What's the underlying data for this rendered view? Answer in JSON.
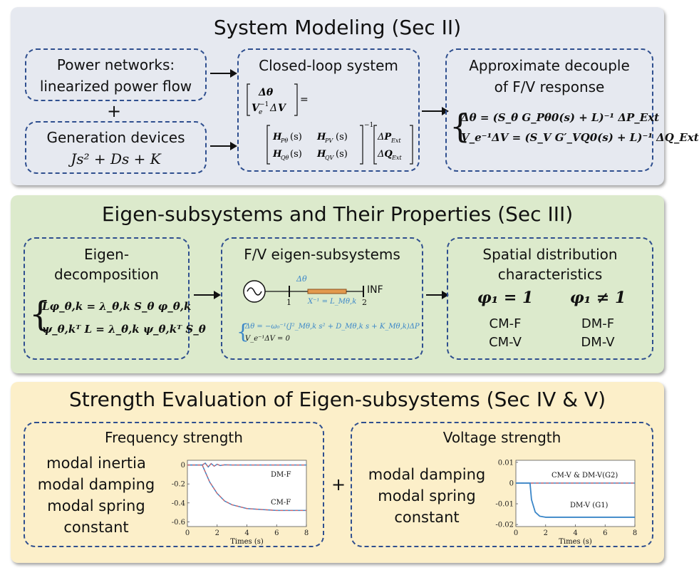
{
  "sections": {
    "s1": {
      "title": "System Modeling (Sec II)",
      "power_networks": [
        "Power networks:",
        "linearized power flow"
      ],
      "plus": "+",
      "generation_title": "Generation devices",
      "generation_formula": "Js² + Ds + K",
      "closed_loop_title": "Closed-loop system",
      "approx_title": [
        "Approximate decouple",
        "of F/V response"
      ],
      "eq1": "Δθ = (S_θ G_Pθ0(s) + L)⁻¹ ΔP_Ext",
      "eq2": "V_e⁻¹ΔV = (S_V G′_VQ0(s) + L)⁻¹ ΔQ_Ext"
    },
    "s2": {
      "title": "Eigen-subsystems and Their Properties (Sec III)",
      "eigen_title": [
        "Eigen-",
        "decomposition"
      ],
      "eigen_eq1": "Lφ_θ,k = λ_θ,k S_θ φ_θ,k",
      "eigen_eq2": "ψ_θ,kᵀ L = λ_θ,k ψ_θ,kᵀ S_θ",
      "fv_title": "F/V eigen-subsystems",
      "fv_delta": "Δθ",
      "fv_node1": "1",
      "fv_node2": "2",
      "fv_x": "X⁻¹ = L_Mθ,k",
      "fv_inf": "INF",
      "fv_eq1": "Δθ = −ω₀⁻¹(J²_Mθ,k s² + D_Mθ,k s + K_Mθ,k)ΔP",
      "fv_eq2": "V_e⁻¹ΔV = 0",
      "spatial_title": [
        "Spatial distribution",
        "characteristics"
      ],
      "phi_eq": "φ₁ = 1",
      "phi_neq": "φ₁ ≠ 1",
      "cm_f": "CM-F",
      "cm_v": "CM-V",
      "dm_f": "DM-F",
      "dm_v": "DM-V"
    },
    "s3": {
      "title": "Strength Evaluation of Eigen-subsystems (Sec IV & V)",
      "freq_title": "Frequency strength",
      "freq_items": [
        "modal inertia",
        "modal damping",
        "modal spring",
        "constant"
      ],
      "plus": "+",
      "volt_title": "Voltage strength",
      "volt_items": [
        "modal damping",
        "modal spring",
        "constant"
      ]
    }
  },
  "colors": {
    "panel1": "#e6e9f0",
    "panel2": "#dceacc",
    "panel3": "#fcefc9",
    "dash": "#2f4f8f",
    "blue_line": "#3a86c8",
    "red_dash": "#e06060",
    "orange": "#e39a4e"
  },
  "chart_data": [
    {
      "type": "line",
      "xlabel": "Times (s)",
      "ylabel": "",
      "xlim": [
        0,
        8
      ],
      "ylim": [
        -0.65,
        0.05
      ],
      "x_ticks": [
        "0",
        "2",
        "4",
        "6",
        "8"
      ],
      "y_ticks": [
        "0",
        "-0.2",
        "-0.4",
        "-0.6"
      ],
      "annotations": [
        "DM-F",
        "CM-F"
      ],
      "series": [
        {
          "name": "DM-F",
          "x": [
            0,
            1,
            1.2,
            1.4,
            1.6,
            1.8,
            2.0,
            2.2,
            2.5,
            3,
            4,
            8
          ],
          "y": [
            0,
            0,
            0.02,
            -0.02,
            0.015,
            -0.012,
            0.008,
            -0.005,
            0.002,
            0,
            0,
            0
          ]
        },
        {
          "name": "CM-F",
          "x": [
            0,
            1,
            1.5,
            2,
            2.5,
            3,
            4,
            5,
            6,
            8
          ],
          "y": [
            0,
            0,
            -0.18,
            -0.3,
            -0.38,
            -0.42,
            -0.46,
            -0.47,
            -0.48,
            -0.48
          ]
        }
      ]
    },
    {
      "type": "line",
      "xlabel": "Times (s)",
      "ylabel": "",
      "xlim": [
        0,
        8
      ],
      "ylim": [
        -0.021,
        0.011
      ],
      "x_ticks": [
        "0",
        "2",
        "4",
        "6",
        "8"
      ],
      "y_ticks": [
        "0.01",
        "0",
        "-0.01",
        "-0.02"
      ],
      "annotations": [
        "CM-V & DM-V(G2)",
        "DM-V (G1)"
      ],
      "series": [
        {
          "name": "CM-V & DM-V(G2)",
          "x": [
            0,
            8
          ],
          "y": [
            0,
            0
          ]
        },
        {
          "name": "DM-V (G1)",
          "x": [
            0,
            0.95,
            1.05,
            1.3,
            1.6,
            2,
            8
          ],
          "y": [
            0,
            0,
            -0.008,
            -0.014,
            -0.016,
            -0.0165,
            -0.0165
          ]
        }
      ]
    }
  ]
}
